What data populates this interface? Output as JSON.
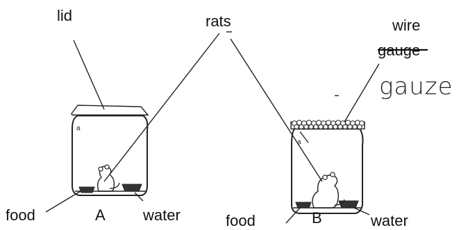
{
  "labels": {
    "lid": "lid",
    "rats": "rats",
    "wire": "wire",
    "gauge_struck": "gauge",
    "gauze_handwritten": "gauze",
    "food_a": "food",
    "jar_a": "A",
    "water_a": "water",
    "food_b": "food",
    "jar_b": "B",
    "water_b": "water"
  }
}
